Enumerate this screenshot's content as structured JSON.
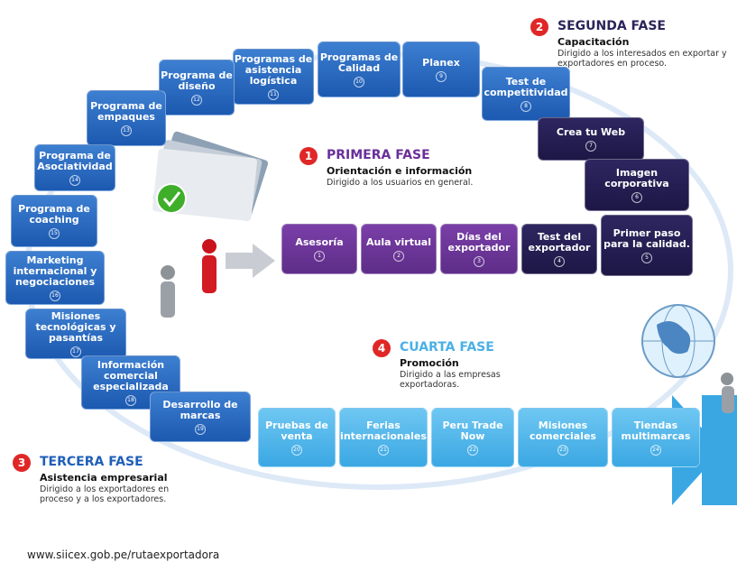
{
  "phases": [
    {
      "number": "1",
      "title": "PRIMERA FASE",
      "subtitle": "Orientación e información",
      "description": "Dirigido a los usuarios en general.",
      "color": "#6a2f9a"
    },
    {
      "number": "2",
      "title": "SEGUNDA FASE",
      "subtitle": "Capacitación",
      "description": "Dirigido a los interesados en exportar y exportadores en proceso.",
      "color": "#2a2459"
    },
    {
      "number": "3",
      "title": "TERCERA FASE",
      "subtitle": "Asistencia empresarial",
      "description": "Dirigido a los exportadores en proceso y a los exportadores.",
      "color": "#1f5fb8"
    },
    {
      "number": "4",
      "title": "CUARTA FASE",
      "subtitle": "Promoción",
      "description": "Dirigido a las empresas exportadoras.",
      "color": "#4ab0e6"
    }
  ],
  "phase1_steps": [
    {
      "label": "Asesoría",
      "num": "1"
    },
    {
      "label": "Aula virtual",
      "num": "2"
    },
    {
      "label": "Días del exportador",
      "num": "3"
    },
    {
      "label": "Test del exportador",
      "num": "4"
    },
    {
      "label": "Primer paso para la calidad.",
      "num": "5"
    }
  ],
  "phase2_steps": [
    {
      "label": "Imagen corporativa",
      "num": "6"
    },
    {
      "label": "Crea tu Web",
      "num": "7"
    },
    {
      "label": "Test de competitividad",
      "num": "8"
    },
    {
      "label": "Planex",
      "num": "9"
    },
    {
      "label": "Programas de Calidad",
      "num": "10"
    }
  ],
  "phase3_steps": [
    {
      "label": "Programas de asistencia logística",
      "num": "11"
    },
    {
      "label": "Programa de diseño",
      "num": "12"
    },
    {
      "label": "Programa de empaques",
      "num": "13"
    },
    {
      "label": "Programa de Asociatividad",
      "num": "14"
    },
    {
      "label": "Programa de coaching",
      "num": "15"
    },
    {
      "label": "Marketing internacional y negociaciones",
      "num": "16"
    },
    {
      "label": "Misiones tecnológicas y pasantías",
      "num": "17"
    },
    {
      "label": "Información comercial especializada",
      "num": "18"
    },
    {
      "label": "Desarrollo de marcas",
      "num": "19"
    }
  ],
  "phase4_steps": [
    {
      "label": "Pruebas de venta",
      "num": "20"
    },
    {
      "label": "Ferias internacionales",
      "num": "21"
    },
    {
      "label": "Peru Trade Now",
      "num": "22"
    },
    {
      "label": "Misiones comerciales",
      "num": "23"
    },
    {
      "label": "Tiendas multimarcas",
      "num": "24"
    }
  ],
  "footer_url": "www.siicex.gob.pe/rutaexportadora"
}
